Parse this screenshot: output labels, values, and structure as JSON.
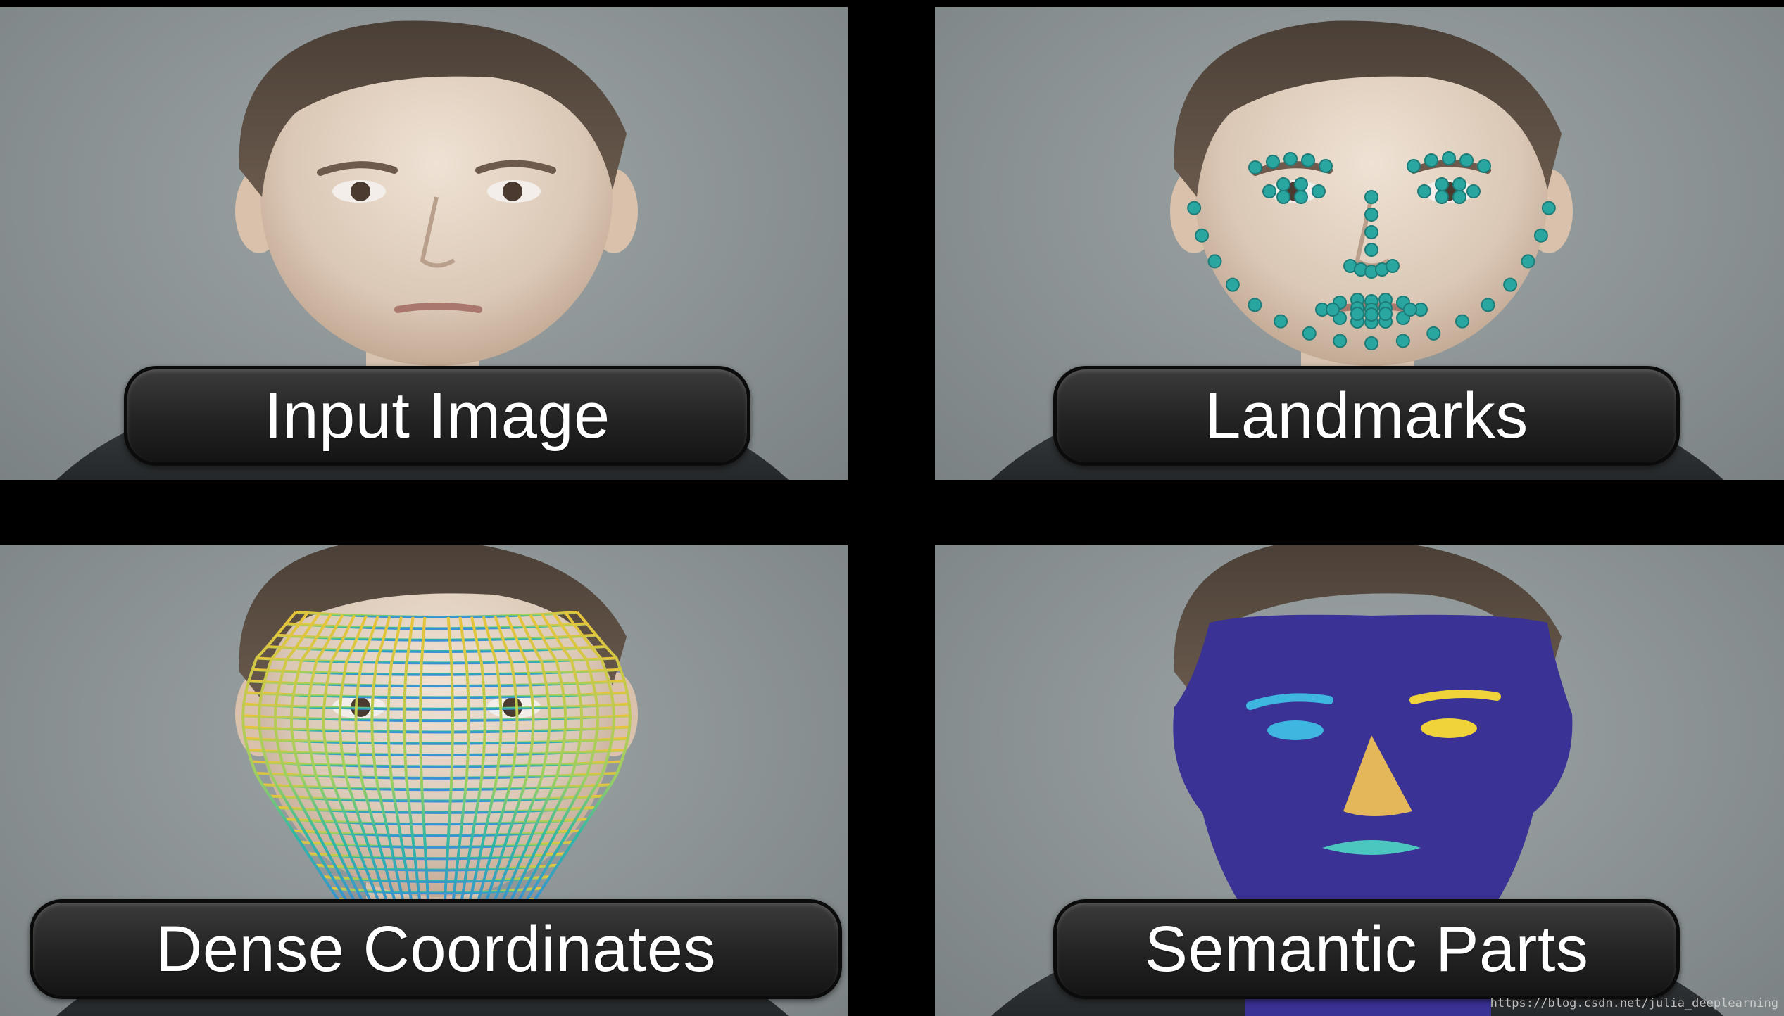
{
  "panels": {
    "input": {
      "label": "Input Image"
    },
    "landmarks": {
      "label": "Landmarks"
    },
    "dense": {
      "label": "Dense Coordinates"
    },
    "semantic": {
      "label": "Semantic Parts"
    }
  },
  "watermark": "https://blog.csdn.net/julia_deeplearning",
  "colors": {
    "background_gray": "#8f9698",
    "divider": "#000000",
    "landmark_dot": "#2aa6a0",
    "mesh_yellow": "#e8c43a",
    "mesh_teal": "#2fb7a4",
    "mesh_blue": "#3a8fd6",
    "semantic_face": "#3a3294",
    "semantic_nose": "#e3b75a",
    "semantic_eyes_cyan": "#3fb6e0",
    "semantic_eyes_yellow": "#f0d23a",
    "semantic_mouth": "#4bc7c0"
  }
}
